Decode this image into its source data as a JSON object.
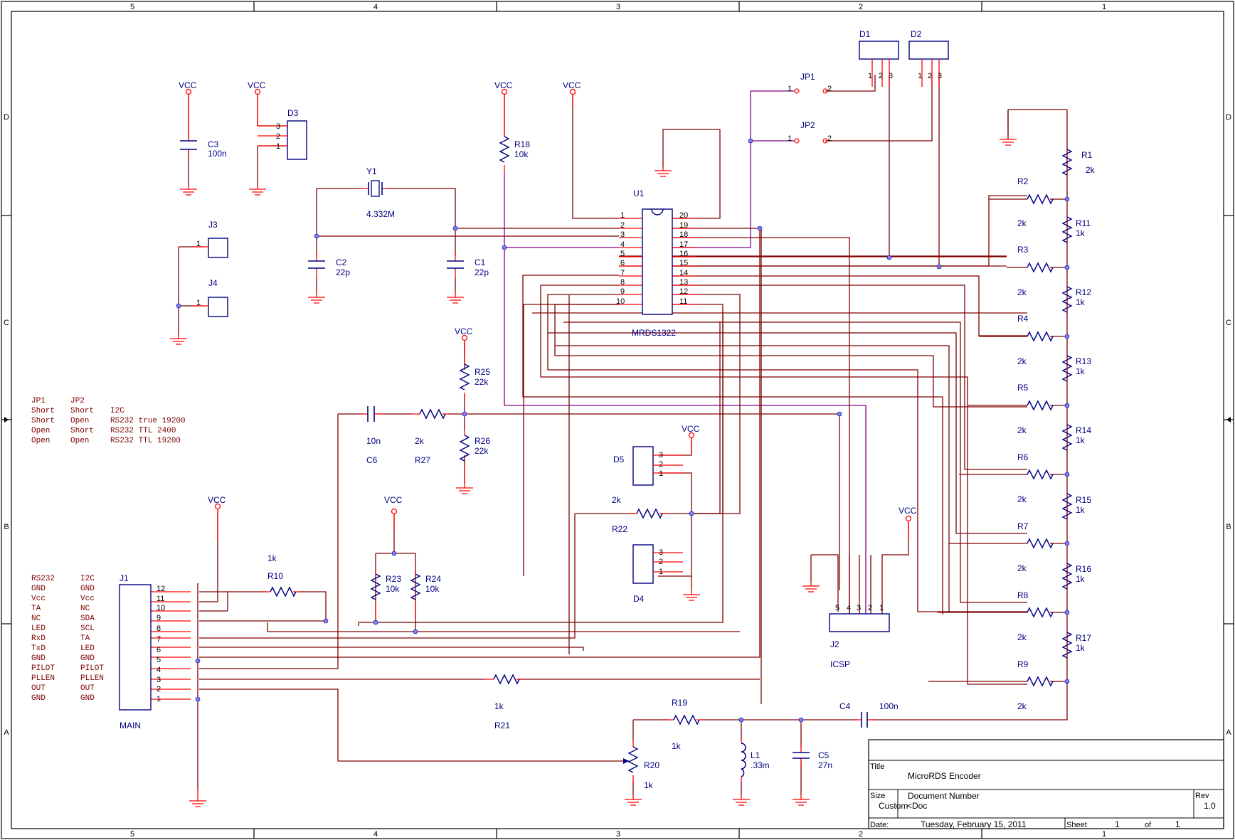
{
  "zones": {
    "columns": [
      "5",
      "4",
      "3",
      "2",
      "1"
    ],
    "rows": [
      "D",
      "C",
      "B",
      "A"
    ]
  },
  "power": {
    "vcc": "VCC"
  },
  "parts": {
    "C3": {
      "ref": "C3",
      "val": "100n"
    },
    "D3": {
      "ref": "D3"
    },
    "Y1": {
      "ref": "Y1",
      "val": "4.332M"
    },
    "C2": {
      "ref": "C2",
      "val": "22p"
    },
    "C1": {
      "ref": "C1",
      "val": "22p"
    },
    "R18": {
      "ref": "R18",
      "val": "10k"
    },
    "U1": {
      "ref": "U1",
      "val": "MRDS1322"
    },
    "J3": {
      "ref": "J3"
    },
    "J4": {
      "ref": "J4"
    },
    "D1": {
      "ref": "D1"
    },
    "D2": {
      "ref": "D2"
    },
    "JP1": {
      "ref": "JP1"
    },
    "JP2": {
      "ref": "JP2"
    },
    "R1": {
      "ref": "R1",
      "val": "2k"
    },
    "R2": {
      "ref": "R2",
      "val": "2k"
    },
    "R3": {
      "ref": "R3",
      "val": "2k"
    },
    "R4": {
      "ref": "R4",
      "val": "2k"
    },
    "R5": {
      "ref": "R5",
      "val": "2k"
    },
    "R6": {
      "ref": "R6",
      "val": "2k"
    },
    "R7": {
      "ref": "R7",
      "val": "2k"
    },
    "R8": {
      "ref": "R8",
      "val": "2k"
    },
    "R9": {
      "ref": "R9",
      "val": "2k"
    },
    "R11": {
      "ref": "R11",
      "val": "1k"
    },
    "R12": {
      "ref": "R12",
      "val": "1k"
    },
    "R13": {
      "ref": "R13",
      "val": "1k"
    },
    "R14": {
      "ref": "R14",
      "val": "1k"
    },
    "R15": {
      "ref": "R15",
      "val": "1k"
    },
    "R16": {
      "ref": "R16",
      "val": "1k"
    },
    "R17": {
      "ref": "R17",
      "val": "1k"
    },
    "R25": {
      "ref": "R25",
      "val": "22k"
    },
    "R26": {
      "ref": "R26",
      "val": "22k"
    },
    "C6": {
      "ref": "C6",
      "val": "10n"
    },
    "R27": {
      "ref": "R27",
      "val": "2k"
    },
    "D5": {
      "ref": "D5"
    },
    "D4": {
      "ref": "D4"
    },
    "R22": {
      "ref": "R22",
      "val": "2k"
    },
    "R10": {
      "ref": "R10",
      "val": "1k"
    },
    "R23": {
      "ref": "R23",
      "val": "10k"
    },
    "R24": {
      "ref": "R24",
      "val": "10k"
    },
    "J1": {
      "ref": "J1",
      "val": "MAIN"
    },
    "J2": {
      "ref": "J2",
      "val": "ICSP"
    },
    "R21": {
      "ref": "R21",
      "val": "1k"
    },
    "R19": {
      "ref": "R19",
      "val": "1k"
    },
    "R20": {
      "ref": "R20",
      "val": "1k"
    },
    "L1": {
      "ref": "L1",
      "val": ".33m"
    },
    "C5": {
      "ref": "C5",
      "val": "27n"
    },
    "C4": {
      "ref": "C4",
      "val": "100n"
    }
  },
  "jumper_table": [
    [
      "JP1",
      "JP2",
      ""
    ],
    [
      "Short",
      "Short",
      "I2C"
    ],
    [
      "Short",
      "Open",
      "RS232 true 19200"
    ],
    [
      "Open",
      "Short",
      "RS232 TTL 2400"
    ],
    [
      "Open",
      "Open",
      "RS232 TTL 19200"
    ]
  ],
  "j1_functions": [
    [
      "RS232",
      "I2C"
    ],
    [
      "GND",
      "GND"
    ],
    [
      "Vcc",
      "Vcc"
    ],
    [
      "TA",
      "NC"
    ],
    [
      "NC",
      "SDA"
    ],
    [
      "LED",
      "SCL"
    ],
    [
      "RxD",
      "TA"
    ],
    [
      "TxD",
      "LED"
    ],
    [
      "GND",
      "GND"
    ],
    [
      "PILOT",
      "PILOT"
    ],
    [
      "PLLEN",
      "PLLEN"
    ],
    [
      "OUT",
      "OUT"
    ],
    [
      "GND",
      "GND"
    ]
  ],
  "title_block": {
    "title_label": "Title",
    "title": "MicroRDS Encoder",
    "size_label": "Size",
    "size": "Custom",
    "docnum_label": "Document Number",
    "docnum": "<Doc",
    "rev_label": "Rev",
    "rev": "1.0",
    "date_label": "Date:",
    "date": "Tuesday, February 15, 2011",
    "sheet_label": "Sheet",
    "sheet": "1",
    "of_label": "of",
    "sheets": "1"
  }
}
